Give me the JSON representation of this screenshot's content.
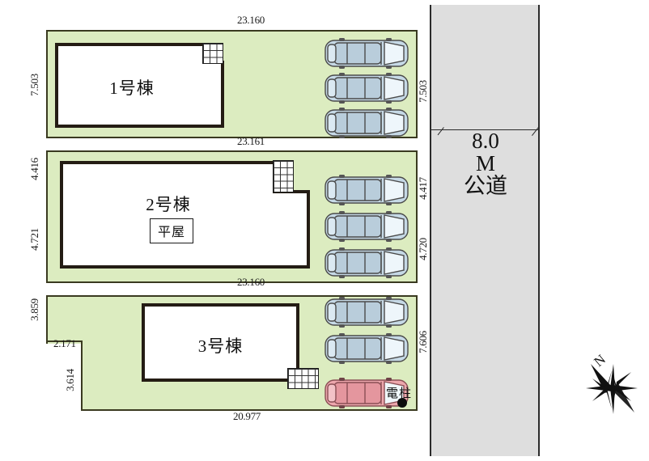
{
  "plan": {
    "title": "区画図",
    "background_color": "#ffffff",
    "lot_fill_color": "#dcecc0",
    "road_fill_color": "#dedede",
    "house_fill_color": "#ffffff",
    "outline_color": "#241c14"
  },
  "road": {
    "label_lines": [
      "8.0",
      "M",
      "公道"
    ],
    "full_label": "8.0M公道",
    "dimensions": {
      "upper": "7.503",
      "middle": "4.417",
      "lower_middle": "4.720",
      "lower": "7.606"
    }
  },
  "lots": [
    {
      "id": "lot-1",
      "building_label": "1号棟",
      "dim_top": "23.160",
      "dim_bottom": "23.161",
      "dim_left": "7.503"
    },
    {
      "id": "lot-2",
      "building_label": "2号棟",
      "badge": "平屋",
      "dim_bottom": "23.160",
      "dim_left_upper": "4.416",
      "dim_left_lower": "4.721"
    },
    {
      "id": "lot-3",
      "building_label": "3号棟",
      "dim_bottom": "20.977",
      "dim_left_upper": "3.859",
      "dim_notch_top": "2.171",
      "dim_notch_left": "3.614"
    }
  ],
  "parking": {
    "lot1_car_count": 3,
    "lot2_car_count": 3,
    "lot3_car_count": 3,
    "car_body_color": "#c6d9e6",
    "highlight_car_color": "#eda7ad",
    "highlight_car_index": 3
  },
  "annotations": {
    "utility_pole_label": "電柱",
    "compass_north_label": "N"
  }
}
